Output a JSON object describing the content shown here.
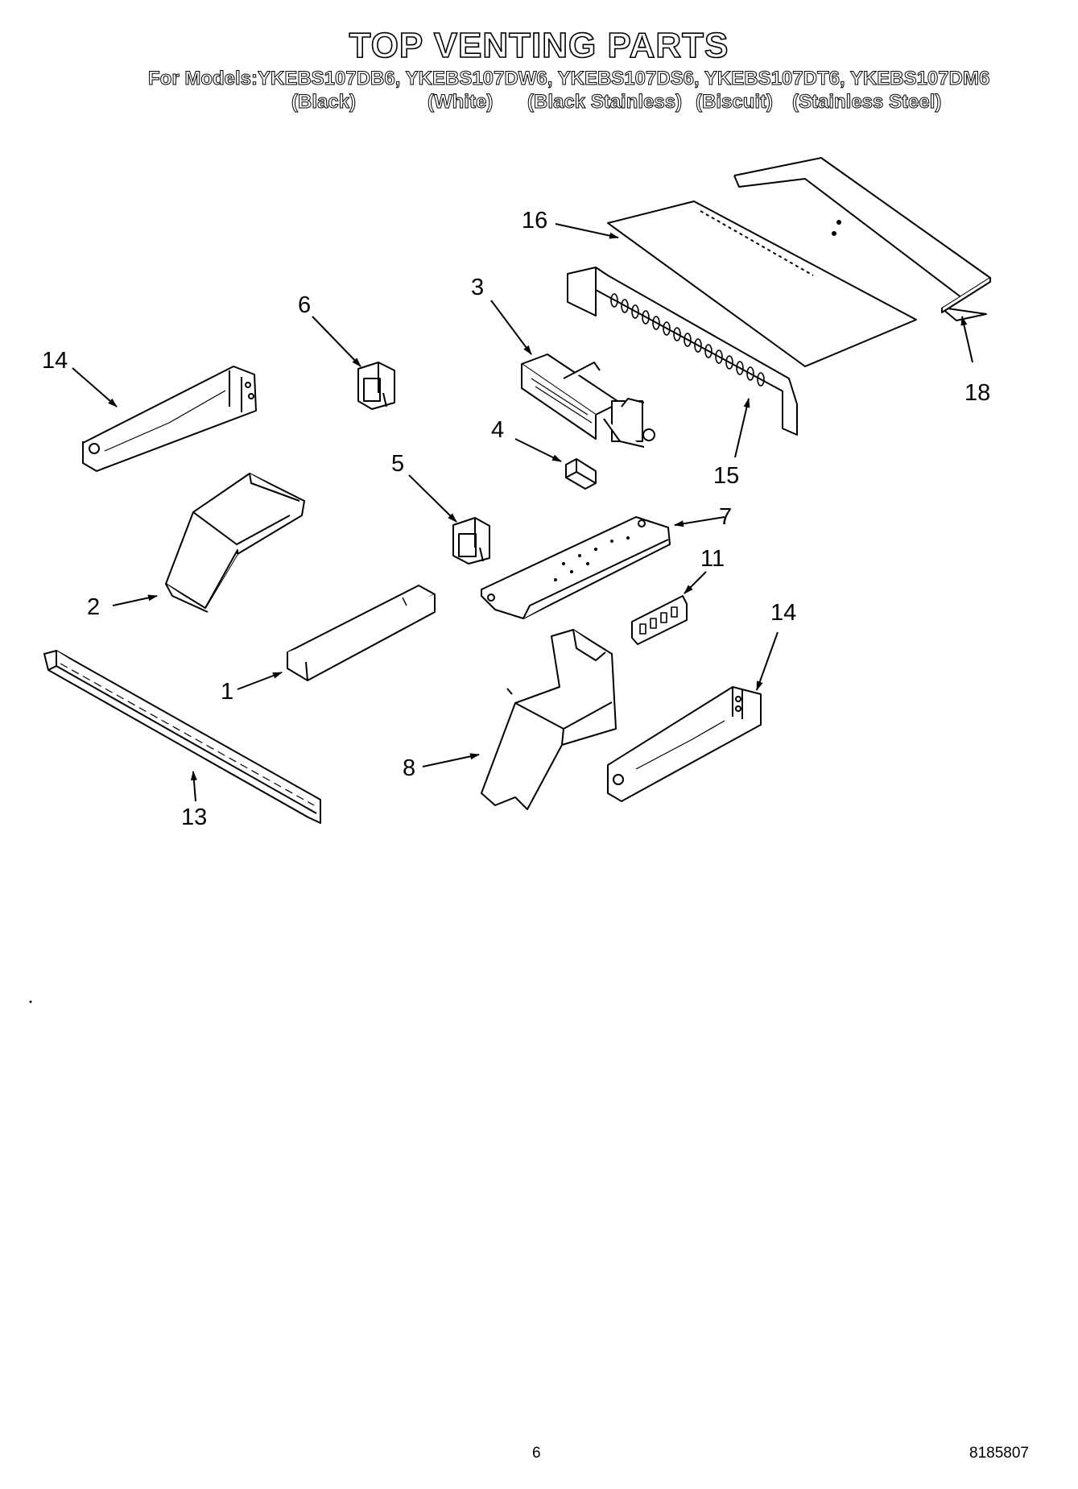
{
  "title": "TOP VENTING PARTS",
  "models_line": "For Models:YKEBS107DB6, YKEBS107DW6, YKEBS107DS6, YKEBS107DT6, YKEBS107DM6",
  "finishes": [
    "(Black)",
    "(White)",
    "(Black Stainless)",
    "(Biscuit)",
    "(Stainless Steel)"
  ],
  "callouts": {
    "p16": "16",
    "p18": "18",
    "p3": "3",
    "p6": "6",
    "p14a": "14",
    "p15": "15",
    "p4": "4",
    "p5": "5",
    "p7": "7",
    "p11": "11",
    "p2": "2",
    "p14b": "14",
    "p1": "1",
    "p8": "8",
    "p13": "13"
  },
  "footer": {
    "page_number": "6",
    "doc_number": "8185807"
  }
}
